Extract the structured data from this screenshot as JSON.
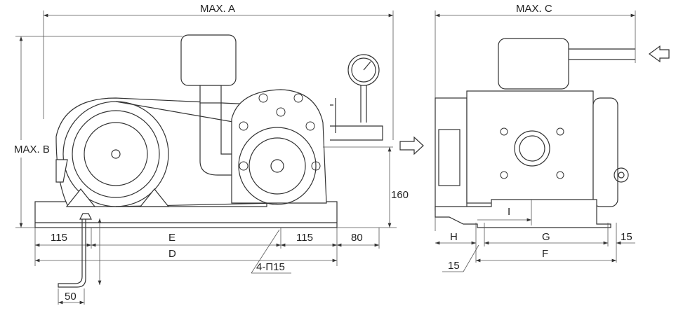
{
  "front_view": {
    "max_a": "MAX. A",
    "max_b": "MAX. B",
    "height_160": "160",
    "dim_115_left": "115",
    "dim_e": "E",
    "dim_115_right": "115",
    "dim_80": "80",
    "dim_d": "D",
    "holes": "4-П15",
    "dim_50": "50"
  },
  "side_view": {
    "max_c": "MAX. C",
    "dim_h": "H",
    "dim_g": "G",
    "dim_15_right": "15",
    "dim_f": "F",
    "dim_15_left": "15",
    "dim_i": "I"
  }
}
